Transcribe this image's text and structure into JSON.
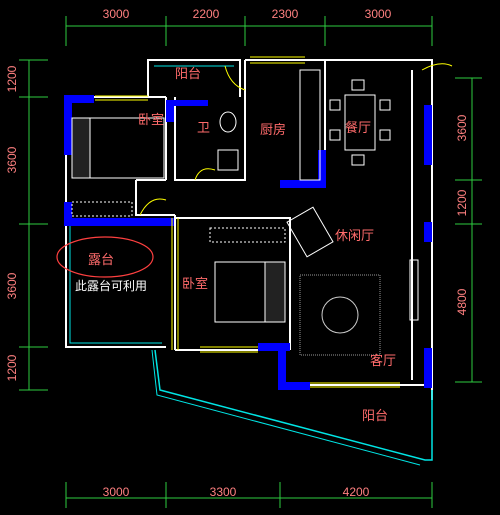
{
  "colors": {
    "background": "#000000",
    "dimension_line": "#2ecc40",
    "dimension_text": "#ff8080",
    "wall_white": "#ffffff",
    "wall_blue": "#0000ff",
    "cyan": "#00e5e5",
    "yellow": "#ffff00",
    "room_label": "#ff6b6b"
  },
  "dimensions": {
    "top": [
      "3000",
      "2200",
      "2300",
      "3000"
    ],
    "bottom": [
      "3000",
      "3300",
      "4200"
    ],
    "left": [
      "1200",
      "3600",
      "3600",
      "1200"
    ],
    "right": [
      "3600",
      "1200",
      "4800"
    ]
  },
  "rooms": {
    "balcony_top": "阳台",
    "bedroom_upper": "卧室",
    "bathroom": "卫",
    "kitchen": "厨房",
    "dining": "餐厅",
    "leisure": "休闲厅",
    "terrace": "露台",
    "bedroom_lower": "卧室",
    "living": "客厅",
    "balcony_bottom": "阳台"
  },
  "notes": {
    "terrace_note": "此露台可利用"
  }
}
